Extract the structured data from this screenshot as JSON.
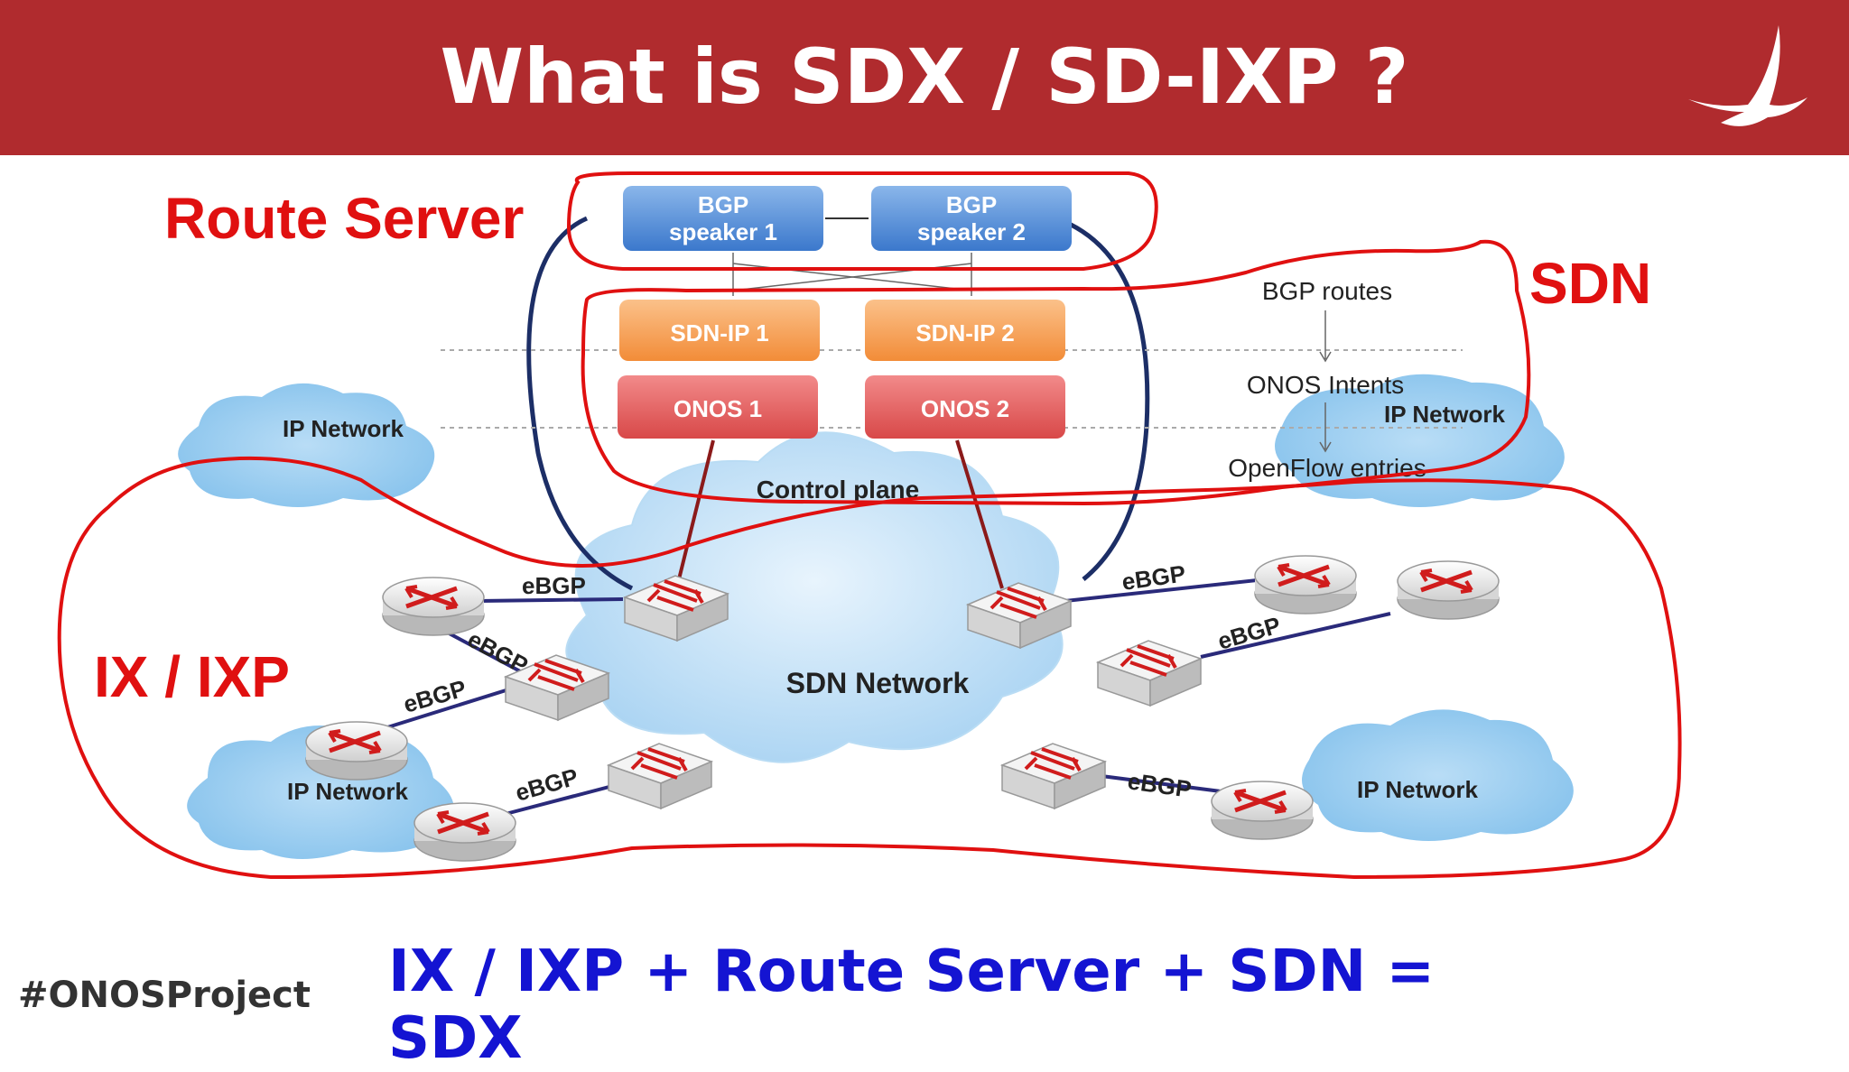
{
  "slide": {
    "title": "What is SDX / SD-IXP ?",
    "hashtag": "#ONOSProject",
    "equation": "IX / IXP + Route Server + SDN  = SDX",
    "accent_color": "#b02b2e",
    "equation_color": "#1414d2",
    "annotation_color": "#e01010"
  },
  "diagram": {
    "annotations": {
      "route_server": "Route Server",
      "sdn": "SDN",
      "ixp": "IX / IXP"
    },
    "bgp_speakers": [
      {
        "line1": "BGP",
        "line2": "speaker 1"
      },
      {
        "line1": "BGP",
        "line2": "speaker 2"
      }
    ],
    "sdn_ip": [
      "SDN-IP 1",
      "SDN-IP 2"
    ],
    "onos": [
      "ONOS 1",
      "ONOS 2"
    ],
    "layers": [
      "BGP routes",
      "ONOS Intents",
      "OpenFlow entries"
    ],
    "control_plane": "Control plane",
    "sdn_network": "SDN Network",
    "ip_networks": [
      "IP Network",
      "IP Network",
      "IP Network",
      "IP Network"
    ],
    "ebgp": "eBGP"
  }
}
